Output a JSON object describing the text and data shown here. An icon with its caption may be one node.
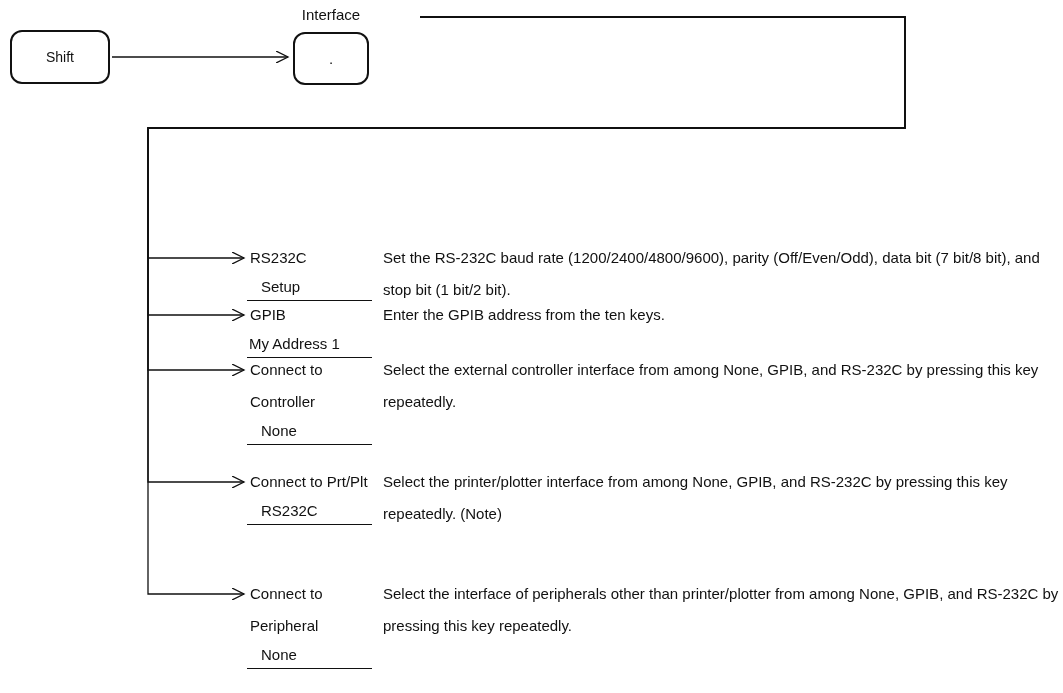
{
  "diagram": {
    "nodes": [
      {
        "text": [
          "Shift"
        ]
      },
      {
        "text": [
          "Interface",
          "."
        ]
      },
      {
        "text": [
          "RS232C",
          "Setup"
        ],
        "beside": [
          "Set the RS-232C baud rate (1200/2400/4800/9600), parity (Off/Even/Odd), data bit (7 bit/8 bit), and stop bit (1 bit/2 bit)."
        ]
      },
      {
        "text": [
          "GPIB",
          "My Address 1"
        ],
        "beside": [
          "Enter the GPIB address from the ten keys."
        ]
      },
      {
        "text": [
          "Connect to Controller",
          "None"
        ],
        "beside": [
          "Select the external controller interface from among None, GPIB, and RS-232C by pressing this key repeatedly."
        ]
      },
      {
        "text": [
          "Connect to Prt/Plt",
          "RS232C"
        ],
        "beside": [
          "Select the printer/plotter interface from among None, GPIB, and RS-232C by pressing this key repeatedly. (Note)"
        ]
      },
      {
        "text": [
          "Connect to Peripheral",
          "None"
        ],
        "beside": [
          "Select the interface of peripherals other than printer/plotter from among None, GPIB, and RS-232C by pressing this key repeatedly."
        ]
      }
    ],
    "edges": [
      {
        "from": 0,
        "to": 1,
        "arrow": "to"
      },
      {
        "from": 1,
        "to": 2,
        "arrow": "to"
      },
      {
        "from": 1,
        "to": 3,
        "arrow": "to"
      },
      {
        "from": 1,
        "to": 4,
        "arrow": "to"
      },
      {
        "from": 1,
        "to": 5,
        "arrow": "to"
      },
      {
        "from": 1,
        "to": 6,
        "arrow": "to"
      }
    ]
  }
}
